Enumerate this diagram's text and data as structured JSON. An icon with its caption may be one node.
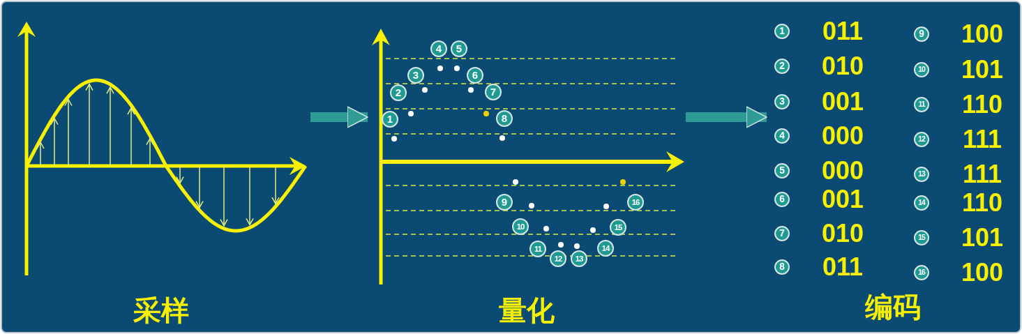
{
  "diagram": {
    "nodes": [
      {
        "text": [
          "采样"
        ]
      },
      {
        "text": [
          "量化"
        ]
      },
      {
        "text": [
          "编码"
        ]
      }
    ],
    "edges": [
      {
        "from": 0,
        "to": 1,
        "arrow": "to"
      },
      {
        "from": 1,
        "to": 2,
        "arrow": "to"
      }
    ],
    "labels": [
      "1",
      "2",
      "3",
      "4",
      "5",
      "6",
      "7",
      "8",
      "9",
      "10",
      "11",
      "12",
      "13",
      "14",
      "15",
      "16",
      "1",
      "011",
      "9",
      "100",
      "2",
      "010",
      "10",
      "101",
      "3",
      "001",
      "11",
      "110",
      "4",
      "000",
      "12",
      "111",
      "5",
      "000",
      "13",
      "111",
      "6",
      "001",
      "14",
      "110",
      "7",
      "010",
      "15",
      "101",
      "8",
      "011",
      "16",
      "100"
    ]
  }
}
